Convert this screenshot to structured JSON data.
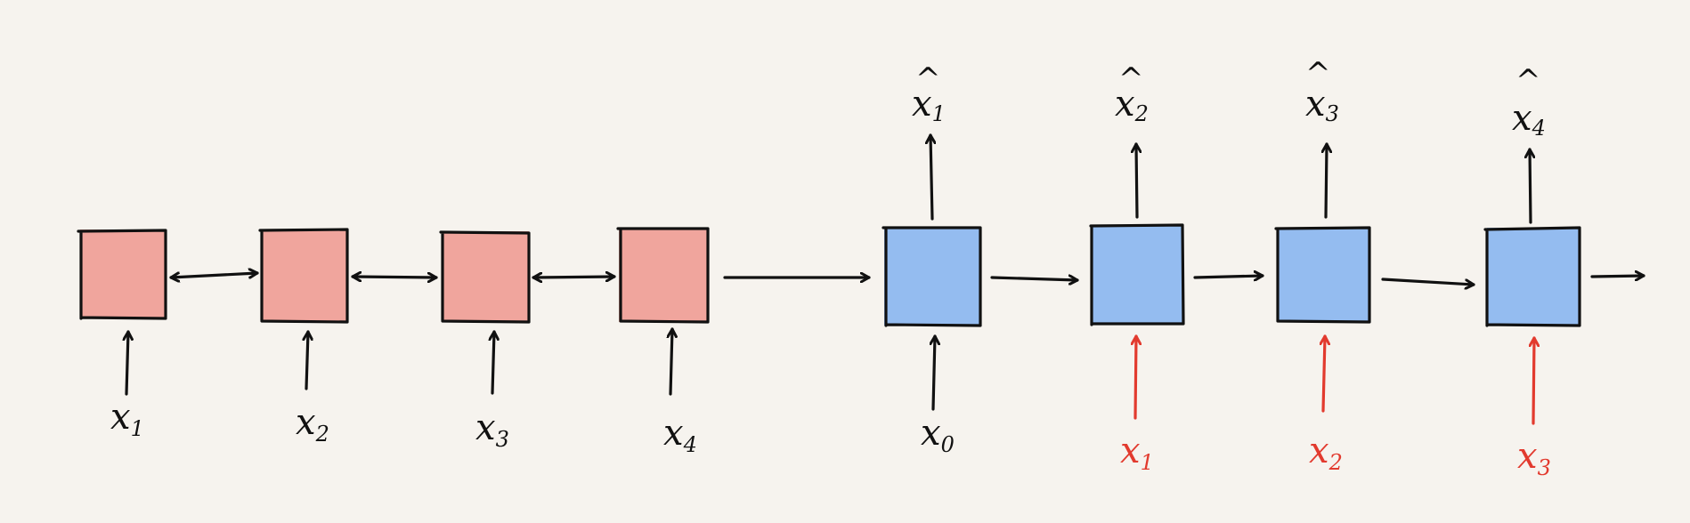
{
  "colors": {
    "background": "#f6f3ee",
    "encoder_cell": "#f0a59d",
    "decoder_cell": "#94bcf0",
    "ink": "#111111",
    "teacher_forcing": "#e23a2e"
  },
  "encoder": {
    "inputs": [
      {
        "base": "x",
        "sub": "1"
      },
      {
        "base": "x",
        "sub": "2"
      },
      {
        "base": "x",
        "sub": "3"
      },
      {
        "base": "x",
        "sub": "4"
      }
    ]
  },
  "decoder": {
    "inputs": [
      {
        "base": "x",
        "sub": "0",
        "color": "ink"
      },
      {
        "base": "x",
        "sub": "1",
        "color": "teacher_forcing"
      },
      {
        "base": "x",
        "sub": "2",
        "color": "teacher_forcing"
      },
      {
        "base": "x",
        "sub": "3",
        "color": "teacher_forcing"
      }
    ],
    "outputs": [
      {
        "hat": "^",
        "base": "x",
        "sub": "1"
      },
      {
        "hat": "^",
        "base": "x",
        "sub": "2"
      },
      {
        "hat": "^",
        "base": "x",
        "sub": "3"
      },
      {
        "hat": "^",
        "base": "x",
        "sub": "4"
      }
    ]
  }
}
